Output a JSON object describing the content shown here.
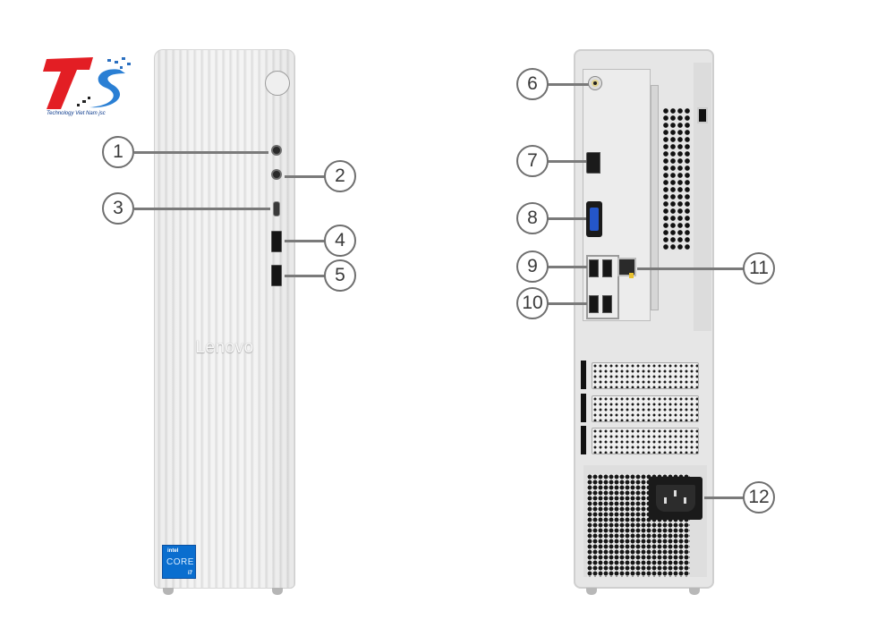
{
  "logo": {
    "mark": "TS",
    "caption": "Technology Viet Nam jsc",
    "colors": {
      "red": "#e31e24",
      "blue": "#2a7fd4",
      "navy": "#0b3a8c"
    }
  },
  "front_view": {
    "brand": "Lenovo",
    "cpu_badge": {
      "maker": "intel",
      "line": "CORE",
      "tier": "i7",
      "color": "#0a6ecf"
    },
    "callouts": [
      {
        "number": "1",
        "port": "audio-jack"
      },
      {
        "number": "2",
        "port": "audio-jack"
      },
      {
        "number": "3",
        "port": "usb-c"
      },
      {
        "number": "4",
        "port": "usb-a"
      },
      {
        "number": "5",
        "port": "usb-a"
      }
    ]
  },
  "rear_view": {
    "callouts": [
      {
        "number": "6",
        "port": "line-out-audio"
      },
      {
        "number": "7",
        "port": "hdmi"
      },
      {
        "number": "8",
        "port": "vga"
      },
      {
        "number": "9",
        "port": "usb-a-pair-top"
      },
      {
        "number": "10",
        "port": "usb-a-pair-bottom"
      },
      {
        "number": "11",
        "port": "ethernet-rj45"
      },
      {
        "number": "12",
        "port": "power-connector"
      }
    ]
  }
}
